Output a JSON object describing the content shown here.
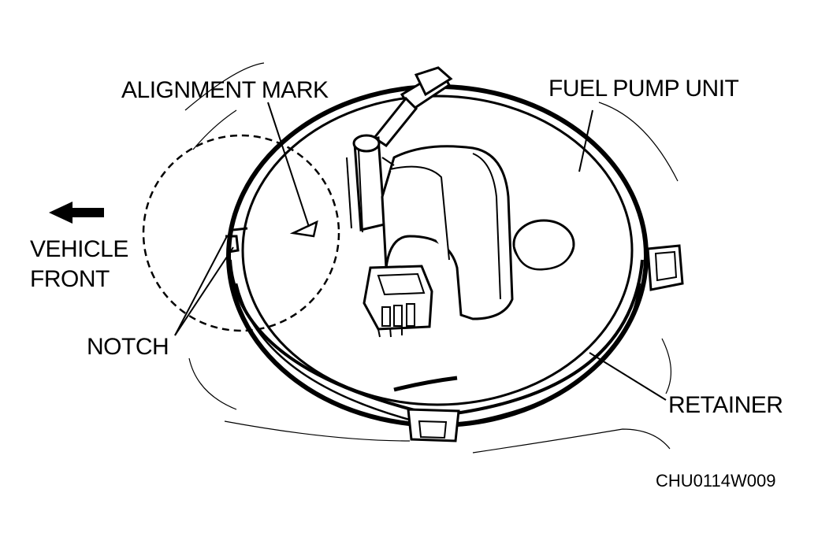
{
  "labels": {
    "alignment_mark": "ALIGNMENT MARK",
    "fuel_pump_unit": "FUEL PUMP UNIT",
    "vehicle_front_line1": "VEHICLE",
    "vehicle_front_line2": "FRONT",
    "notch": "NOTCH",
    "retainer": "RETAINER"
  },
  "figure_code": "CHU0114W009",
  "colors": {
    "ink": "#000000",
    "paper": "#ffffff"
  },
  "icons": {
    "direction": "arrow-left-icon"
  }
}
